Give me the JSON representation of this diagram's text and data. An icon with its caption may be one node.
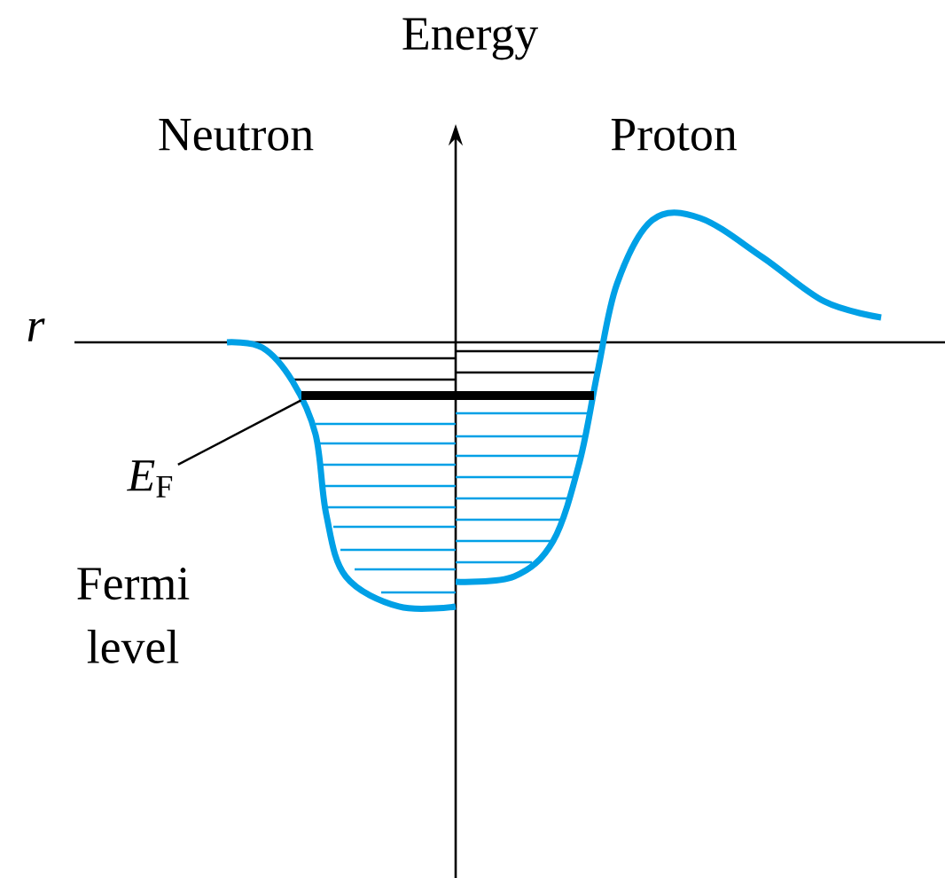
{
  "diagram": {
    "nodes": [
      {
        "text": [
          "*E*$_{F}$"
        ]
      },
      {
        "text": [],
        "shape": "bar"
      }
    ],
    "edges": [
      {
        "from": 0,
        "to": 1,
        "arrow": "none"
      }
    ],
    "labels": [
      "Energy",
      "Neutron",
      "Proton",
      "r",
      "Fermi level"
    ]
  }
}
